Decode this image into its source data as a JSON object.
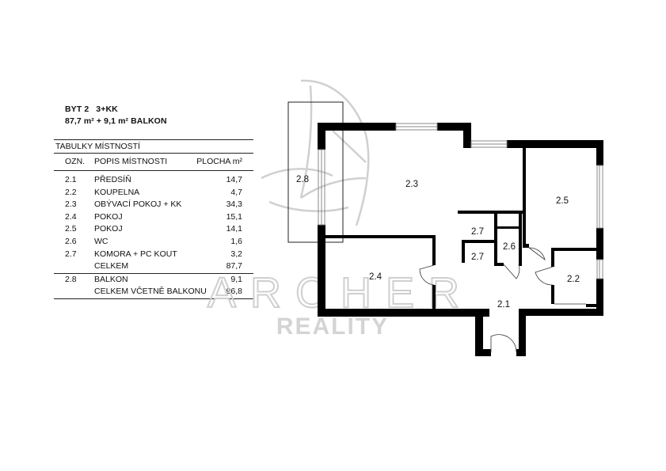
{
  "header": {
    "unit": "BYT 2   3+KK",
    "area": "87,7 m² + 9,1 m² BALKON"
  },
  "table": {
    "caption": "TABULKY MÍSTNOSTÍ",
    "columns": [
      "OZN.",
      "POPIS MÍSTNOSTI",
      "PLOCHA m²"
    ],
    "rows": [
      {
        "id": "2.1",
        "name": "PŘEDSÍŇ",
        "area": "14,7"
      },
      {
        "id": "2.2",
        "name": "KOUPELNA",
        "area": "4,7"
      },
      {
        "id": "2.3",
        "name": "OBÝVACÍ POKOJ + KK",
        "area": "34,3"
      },
      {
        "id": "2.4",
        "name": "POKOJ",
        "area": "15,1"
      },
      {
        "id": "2.5",
        "name": "POKOJ",
        "area": "14,1"
      },
      {
        "id": "2.6",
        "name": "WC",
        "area": "1,6"
      },
      {
        "id": "2.7",
        "name": "KOMORA + PC KOUT",
        "area": "3,2"
      }
    ],
    "total": {
      "id": "",
      "name": "CELKEM",
      "area": "87,7"
    },
    "balcony": {
      "id": "2.8",
      "name": "BALKON",
      "area": "9,1"
    },
    "total_with_balcony": {
      "id": "",
      "name": "CELKEM VČETNĚ BALKONU",
      "area": "96,8"
    }
  },
  "plan_labels": {
    "r21": "2.1",
    "r22": "2.2",
    "r23": "2.3",
    "r24": "2.4",
    "r25": "2.5",
    "r26": "2.6",
    "r27a": "2.7",
    "r27b": "2.7",
    "r28": "2.8"
  },
  "watermark": {
    "line1": "ARCHER",
    "line2": "REALITY"
  },
  "colors": {
    "wall": "#000000",
    "watermark": "#c9c9c9",
    "window": "#9a9a9a"
  }
}
